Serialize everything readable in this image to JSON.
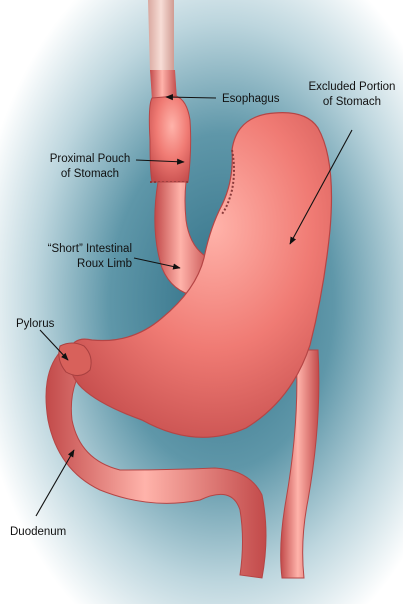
{
  "labels": {
    "esophagus": "Esophagus",
    "excluded_1": "Excluded Portion",
    "excluded_2": "of Stomach",
    "pouch_1": "Proximal Pouch",
    "pouch_2": "of Stomach",
    "roux_1": "“Short” Intestinal",
    "roux_2": "Roux Limb",
    "pylorus": "Pylorus",
    "duodenum": "Duodenum"
  },
  "colors": {
    "background_glow": "#2f6f86",
    "tissue": "#f07b74",
    "tissue_highlight": "#ffb3aa",
    "tissue_shadow": "#c24a4a",
    "upper_esophagus": "#f3cfc7"
  }
}
